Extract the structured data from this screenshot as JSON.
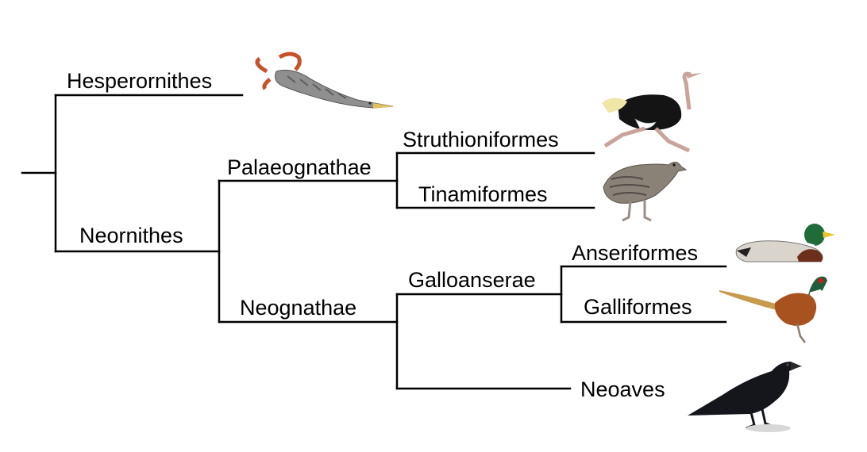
{
  "tree": {
    "taxa": {
      "hesperornithes": "Hesperornithes",
      "neornithes": "Neornithes",
      "palaeognathae": "Palaeognathae",
      "neognathae": "Neognathae",
      "struthioniformes": "Struthioniformes",
      "tinamiformes": "Tinamiformes",
      "galloanserae": "Galloanserae",
      "neoaves": "Neoaves",
      "anseriformes": "Anseriformes",
      "galliformes": "Galliformes"
    },
    "illustrations": [
      "hesperornis-icon",
      "ostrich-icon",
      "tinamou-icon",
      "mallard-icon",
      "pheasant-icon",
      "raven-icon"
    ],
    "colors": {
      "line": "#000000",
      "text": "#000000",
      "background": "#ffffff"
    }
  }
}
